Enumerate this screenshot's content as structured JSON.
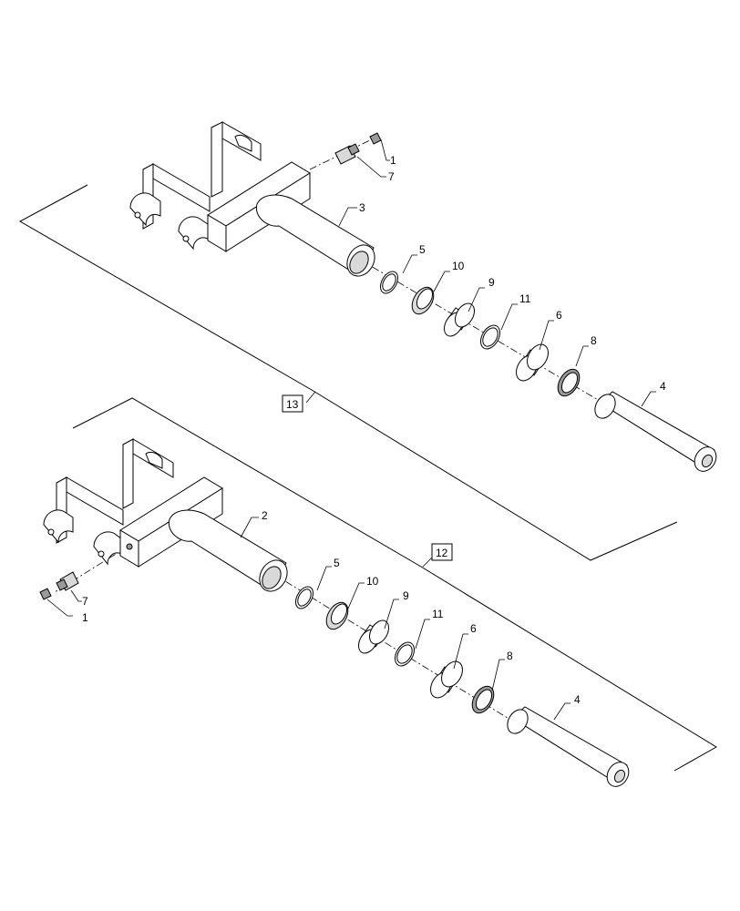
{
  "assemblies": [
    {
      "group_label": "13",
      "callouts": [
        {
          "id": "top-1",
          "label": "1"
        },
        {
          "id": "top-7",
          "label": "7"
        },
        {
          "id": "top-3",
          "label": "3"
        },
        {
          "id": "top-5",
          "label": "5"
        },
        {
          "id": "top-10",
          "label": "10"
        },
        {
          "id": "top-9",
          "label": "9"
        },
        {
          "id": "top-11",
          "label": "11"
        },
        {
          "id": "top-6",
          "label": "6"
        },
        {
          "id": "top-8",
          "label": "8"
        },
        {
          "id": "top-4",
          "label": "4"
        }
      ]
    },
    {
      "group_label": "12",
      "callouts": [
        {
          "id": "bot-2",
          "label": "2"
        },
        {
          "id": "bot-5",
          "label": "5"
        },
        {
          "id": "bot-10",
          "label": "10"
        },
        {
          "id": "bot-9",
          "label": "9"
        },
        {
          "id": "bot-11",
          "label": "11"
        },
        {
          "id": "bot-6",
          "label": "6"
        },
        {
          "id": "bot-8",
          "label": "8"
        },
        {
          "id": "bot-4",
          "label": "4"
        },
        {
          "id": "bot-7",
          "label": "7"
        },
        {
          "id": "bot-1",
          "label": "1"
        }
      ]
    }
  ]
}
